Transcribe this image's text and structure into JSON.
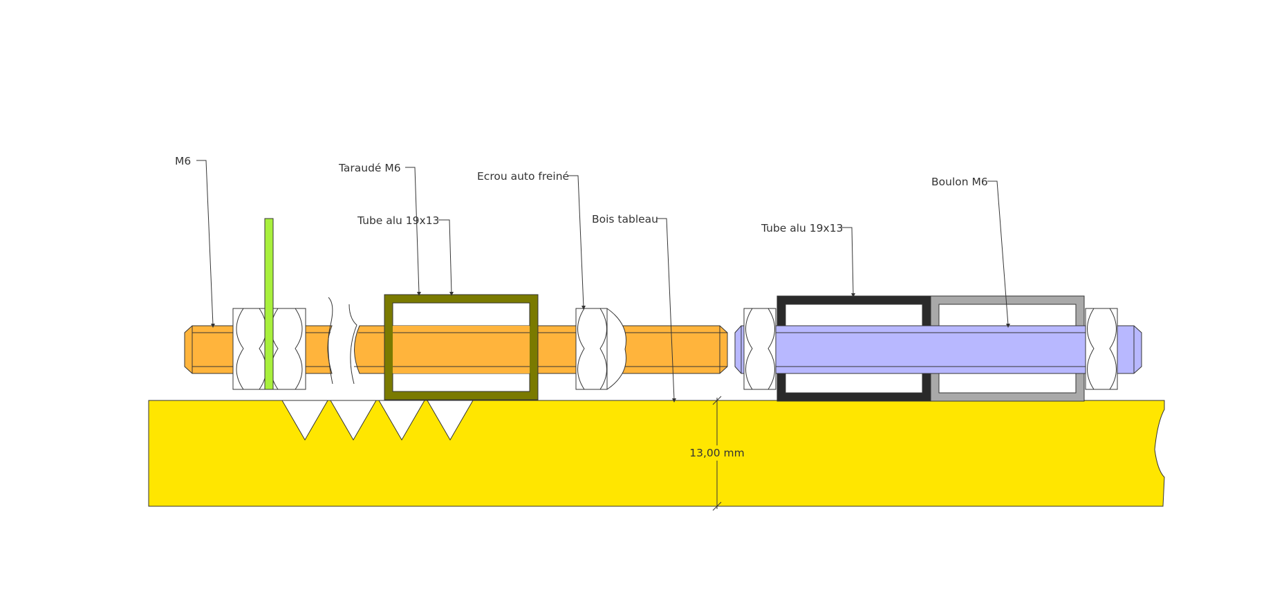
{
  "labels": {
    "m6": "M6",
    "taraude": "Taraudé M6",
    "tube_left": "Tube alu 19x13",
    "ecrou": "Ecrou auto freiné",
    "bois": "Bois tableau",
    "tube_right": "Tube alu 19x13",
    "boulon": "Boulon M6"
  },
  "dimension": {
    "value": "13,00 mm"
  },
  "colors": {
    "wood": "#FFE600",
    "rod_left": "#FFB43C",
    "rod_right": "#B8B8FF",
    "tube_left": "#7A7A00",
    "tube_dark": "#2A2A2A",
    "tube_gray": "#A9A9A9",
    "pin": "#A8F03C"
  }
}
